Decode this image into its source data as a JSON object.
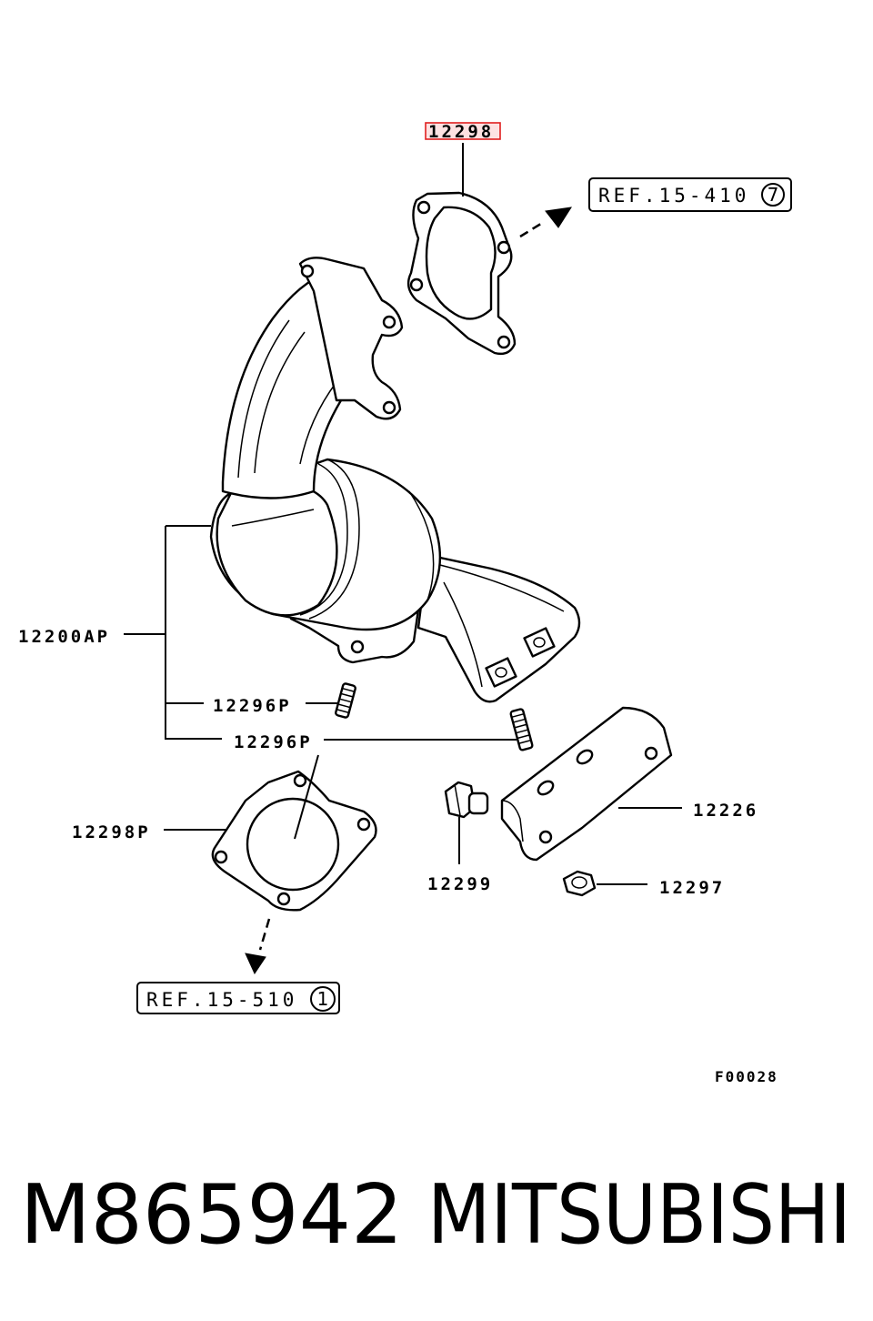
{
  "labels": {
    "gasket_top": "12298",
    "ref_top": "REF.15-410",
    "ref_top_num": "7",
    "converter": "12200AP",
    "stud_1": "12296P",
    "stud_2": "12296P",
    "gasket_bottom": "12298P",
    "bolt": "12299",
    "bracket": "12226",
    "nut": "12297",
    "ref_bottom": "REF.15-510",
    "ref_bottom_num": "1",
    "figure_code": "F00028"
  },
  "caption": {
    "part_number": "M865942",
    "brand": "MITSUBISHI"
  },
  "colors": {
    "highlight": "#e02020",
    "ink": "#000000"
  }
}
